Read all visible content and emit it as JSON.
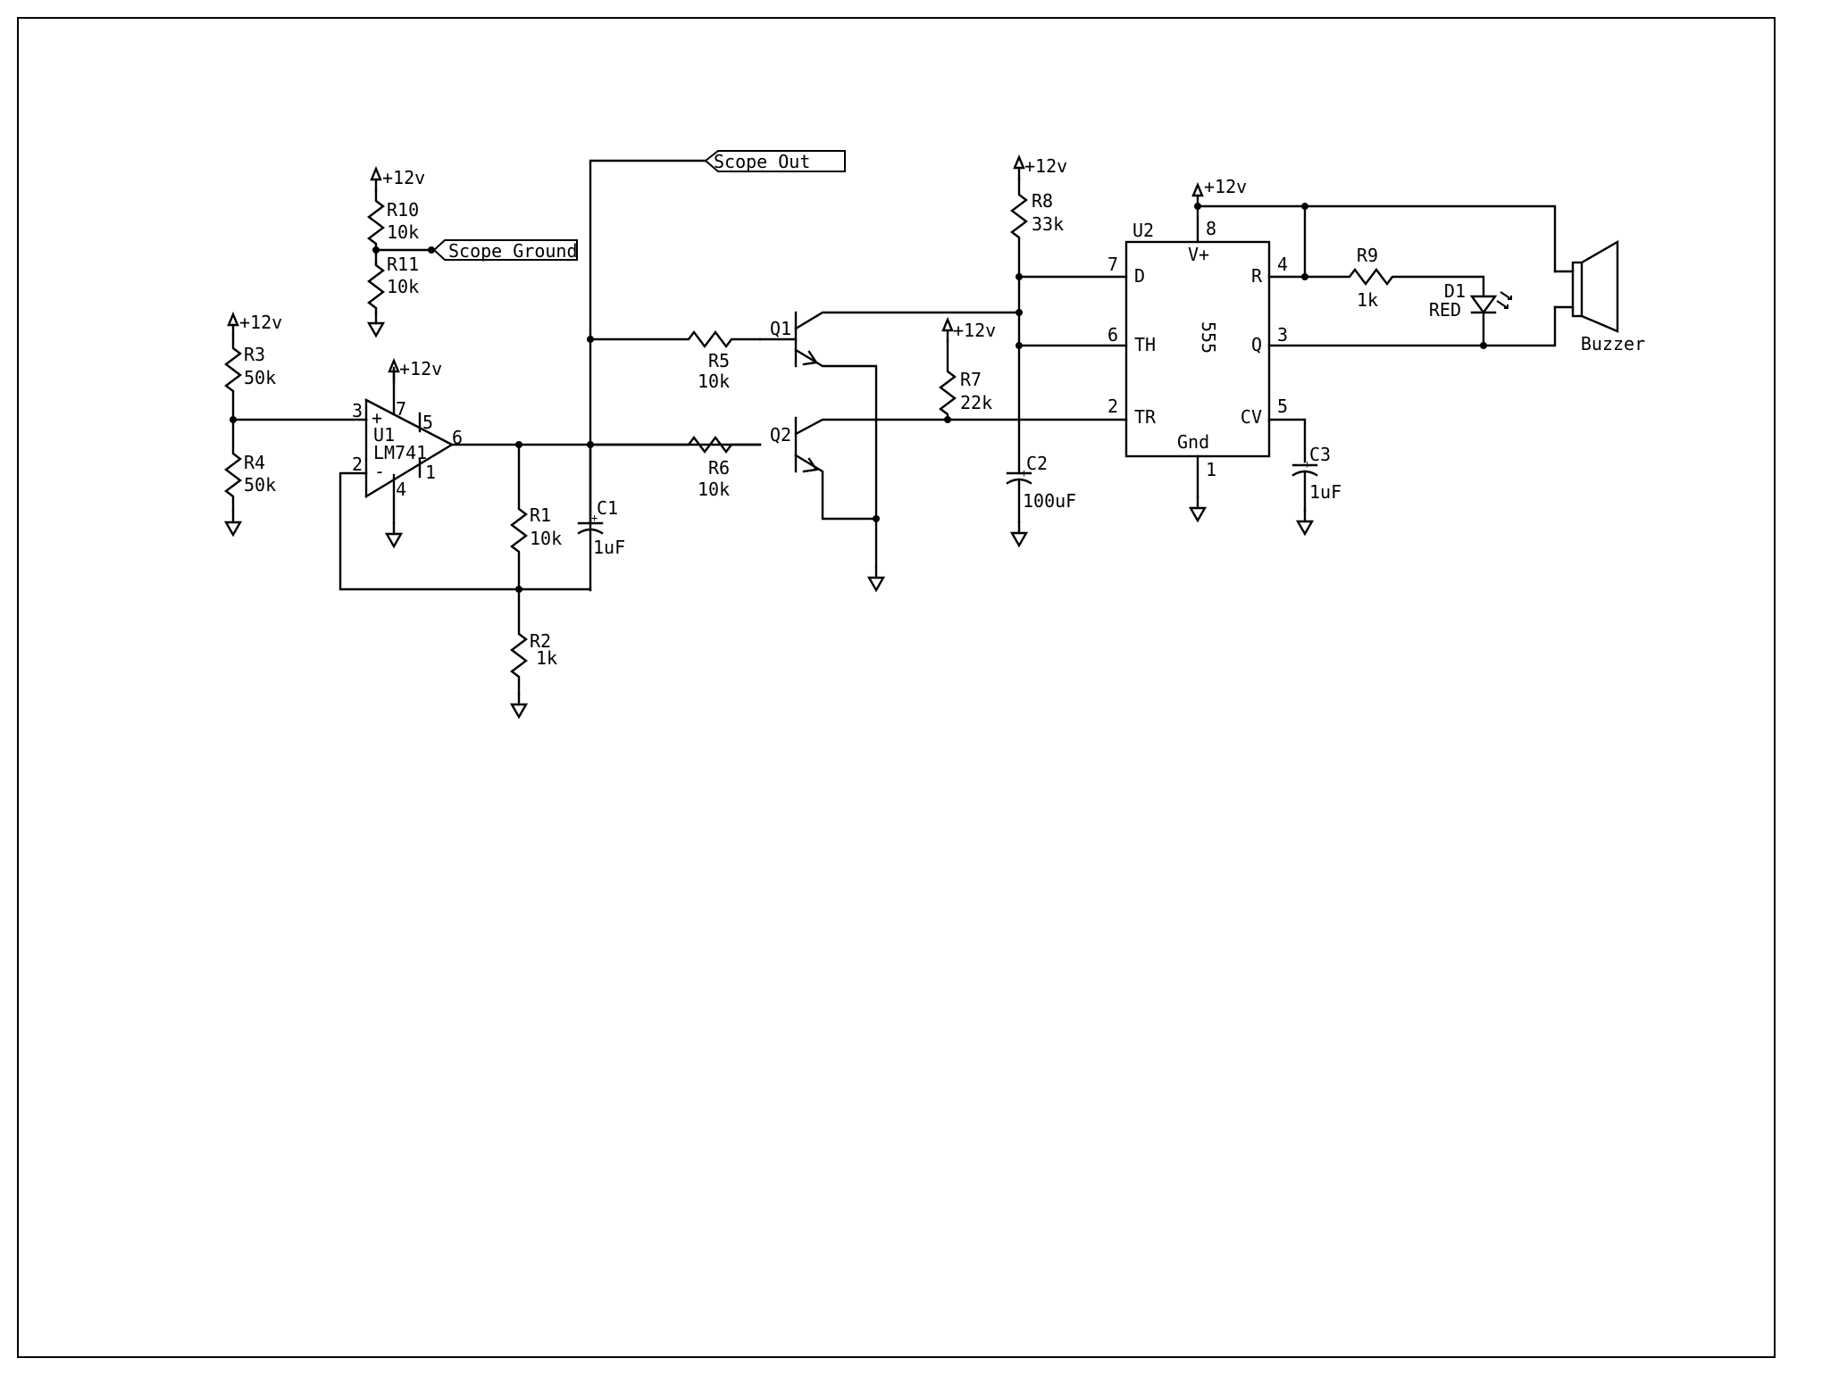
{
  "supply_label": "+12v",
  "net_labels": {
    "scope_out": "Scope Out",
    "scope_ground": "Scope Ground"
  },
  "resistors": {
    "R1": {
      "ref": "R1",
      "value": "10k"
    },
    "R2": {
      "ref": "R2",
      "value": "1k"
    },
    "R3": {
      "ref": "R3",
      "value": "50k"
    },
    "R4": {
      "ref": "R4",
      "value": "50k"
    },
    "R5": {
      "ref": "R5",
      "value": "10k"
    },
    "R6": {
      "ref": "R6",
      "value": "10k"
    },
    "R7": {
      "ref": "R7",
      "value": "22k"
    },
    "R8": {
      "ref": "R8",
      "value": "33k"
    },
    "R9": {
      "ref": "R9",
      "value": "1k"
    },
    "R10": {
      "ref": "R10",
      "value": "10k"
    },
    "R11": {
      "ref": "R11",
      "value": "10k"
    }
  },
  "capacitors": {
    "C1": {
      "ref": "C1",
      "value": "1uF"
    },
    "C2": {
      "ref": "C2",
      "value": "100uF"
    },
    "C3": {
      "ref": "C3",
      "value": "1uF"
    }
  },
  "polarity_mark": "+",
  "transistors": {
    "Q1": "Q1",
    "Q2": "Q2"
  },
  "opamp": {
    "ref": "U1",
    "part": "LM741",
    "plus": "+",
    "minus": "-",
    "pins": {
      "p2": "2",
      "p3": "3",
      "p4": "4",
      "p5": "5",
      "p6": "6",
      "p7": "7",
      "p1": "1"
    }
  },
  "timer": {
    "ref": "U2",
    "part": "555",
    "pin_names": {
      "d": "D",
      "th": "TH",
      "tr": "TR",
      "vplus": "V+",
      "r": "R",
      "q": "Q",
      "cv": "CV",
      "gnd": "Gnd"
    },
    "pins": {
      "p7": "7",
      "p6": "6",
      "p2": "2",
      "p8": "8",
      "p4": "4",
      "p3": "3",
      "p5": "5",
      "p1": "1"
    }
  },
  "led": {
    "ref": "D1",
    "value": "RED"
  },
  "buzzer": {
    "label": "Buzzer"
  }
}
